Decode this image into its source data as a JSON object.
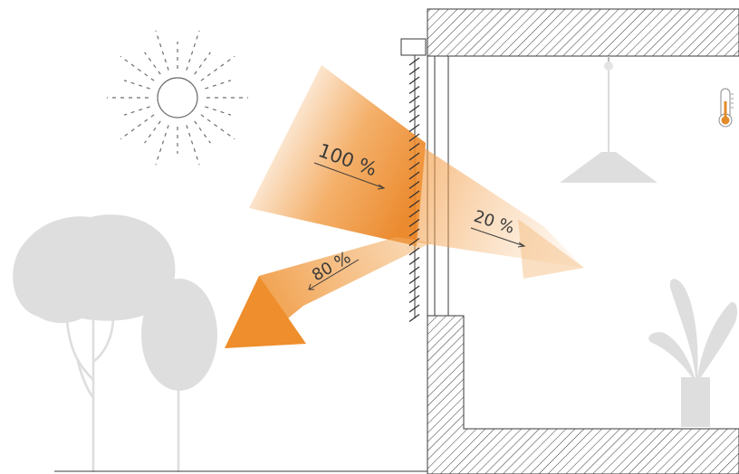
{
  "labels": {
    "incident": "100 %",
    "reflected": "80 %",
    "transmitted": "20 %"
  },
  "icons": [
    "sun-icon",
    "tree-icon",
    "lamp-icon",
    "thermometer-icon",
    "plant-icon"
  ],
  "colors": {
    "beam": "#ef8e2a",
    "beam_light": "#f6c185",
    "silhouette": "#dedede",
    "wall_line": "#3a3a3a",
    "thermometer": "#e38a2a"
  }
}
